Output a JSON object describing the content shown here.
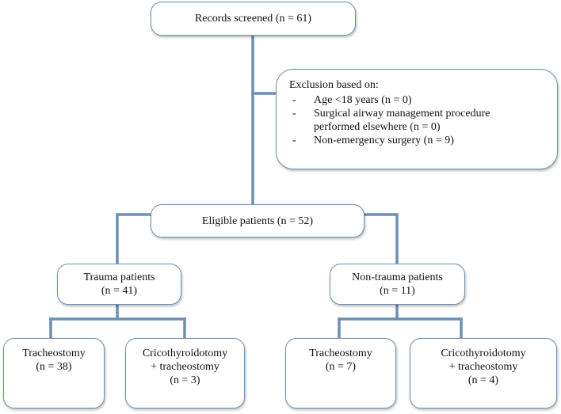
{
  "flowchart": {
    "screened": "Records screened (n = 61)",
    "exclusion": {
      "heading": "Exclusion based on:",
      "bullet": "-",
      "items": [
        [
          "Age <18 years (n = 0)"
        ],
        [
          "Surgical airway management procedure",
          "performed elsewhere (n = 0)"
        ],
        [
          "Non-emergency surgery (n = 9)"
        ]
      ]
    },
    "eligible": "Eligible patients (n = 52)",
    "trauma": {
      "label": "Trauma patients",
      "count": "(n = 41)"
    },
    "nontrauma": {
      "label": "Non-trauma patients",
      "count": "(n = 11)"
    },
    "trauma_trach": {
      "label": "Tracheostomy",
      "count": "(n = 38)"
    },
    "trauma_crico": {
      "label": "Cricothyroidotomy",
      "label2": "+ tracheostomy",
      "count": "(n = 3)"
    },
    "nontrauma_trach": {
      "label": "Tracheostomy",
      "count": "(n = 7)"
    },
    "nontrauma_crico": {
      "label": "Cricothyroidotomy",
      "label2": "+ tracheostomy",
      "count": "(n = 4)"
    }
  },
  "colors": {
    "connector": "#6a8fb8",
    "box_border": "#6e8fae"
  }
}
